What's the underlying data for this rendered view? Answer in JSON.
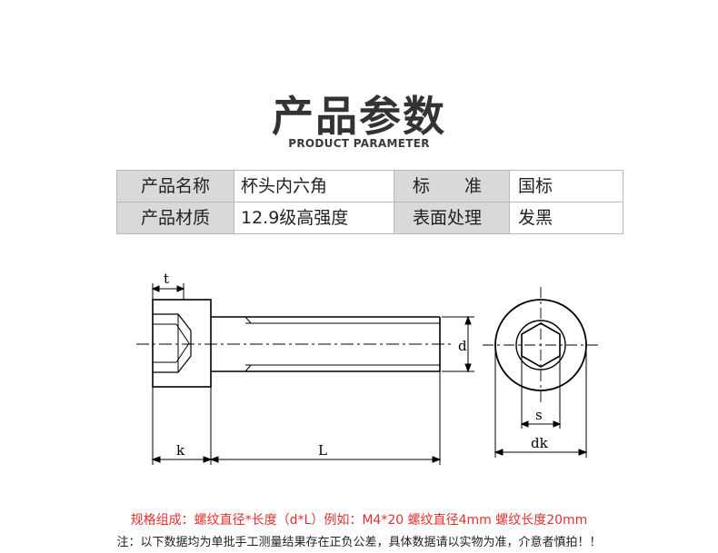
{
  "header": {
    "title": "产品参数",
    "subtitle": "PRODUCT PARAMETER"
  },
  "params_table": {
    "rows": [
      {
        "label1": "产品名称",
        "value1": "杯头内六角",
        "label2": "标　　准",
        "value2": "国标"
      },
      {
        "label1": "产品材质",
        "value1": "12.9级高强度",
        "label2": "表面处理",
        "value2": "发黑"
      }
    ]
  },
  "drawing": {
    "labels": {
      "t": "t",
      "d": "d",
      "k": "k",
      "L": "L",
      "s": "s",
      "dk": "dk"
    }
  },
  "footer": {
    "spec_note": "规格组成：螺纹直径*长度（d*L）例如：M4*20 螺纹直径4mm 螺纹长度20mm",
    "disclaimer": "注：以下数据均为单批手工测量结果存在正负公差，具体数据请以实物为准，介意者慎拍！！"
  }
}
